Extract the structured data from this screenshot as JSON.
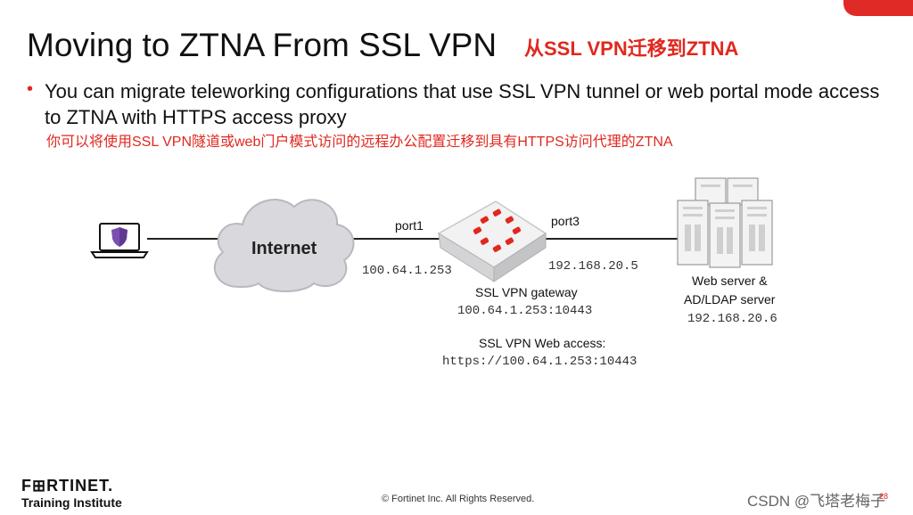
{
  "slide": {
    "title": "Moving to ZTNA From SSL VPN",
    "title_cn": "从SSL VPN迁移到ZTNA",
    "bullet_symbol": "•",
    "bullet": "You can migrate teleworking configurations that use SSL VPN tunnel or web portal mode access to ZTNA with HTTPS access proxy",
    "bullet_cn": "你可以将使用SSL VPN隧道或web门户模式访问的远程办公配置迁移到具有HTTPS访问代理的ZTNA"
  },
  "diagram": {
    "cloud_label": "Internet",
    "port1_label": "port1",
    "port3_label": "port3",
    "port1_ip": "100.64.1.253",
    "port3_ip": "192.168.20.5",
    "gateway_label": "SSL VPN gateway",
    "gateway_address": "100.64.1.253:10443",
    "web_access_label": "SSL VPN Web access:",
    "web_access_url": "https://100.64.1.253:10443",
    "server_label_1": "Web server &",
    "server_label_2": "AD/LDAP server",
    "server_ip": "192.168.20.6",
    "icons": [
      "laptop-icon",
      "shield-icon",
      "cloud-icon",
      "firewall-icon",
      "server-rack-icon"
    ]
  },
  "footer": {
    "brand": "F⊞RTINET.",
    "brand_sub": "Training Institute",
    "copyright": "© Fortinet Inc. All Rights Reserved.",
    "page_number": "28",
    "watermark": "CSDN @飞塔老梅子"
  },
  "colors": {
    "accent_red": "#e0281f",
    "text": "#111111"
  }
}
